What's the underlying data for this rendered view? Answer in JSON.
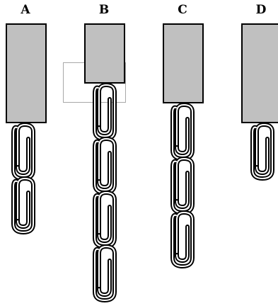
{
  "labels": {
    "a": "A",
    "b": "B",
    "c": "C",
    "d": "D"
  },
  "clip_counts": {
    "a": 2,
    "b": 4,
    "c": 3,
    "d": 1
  },
  "colors": {
    "magnet": "#c0c0c0",
    "outline": "#000000",
    "faint_box": "#a8a8a8"
  }
}
